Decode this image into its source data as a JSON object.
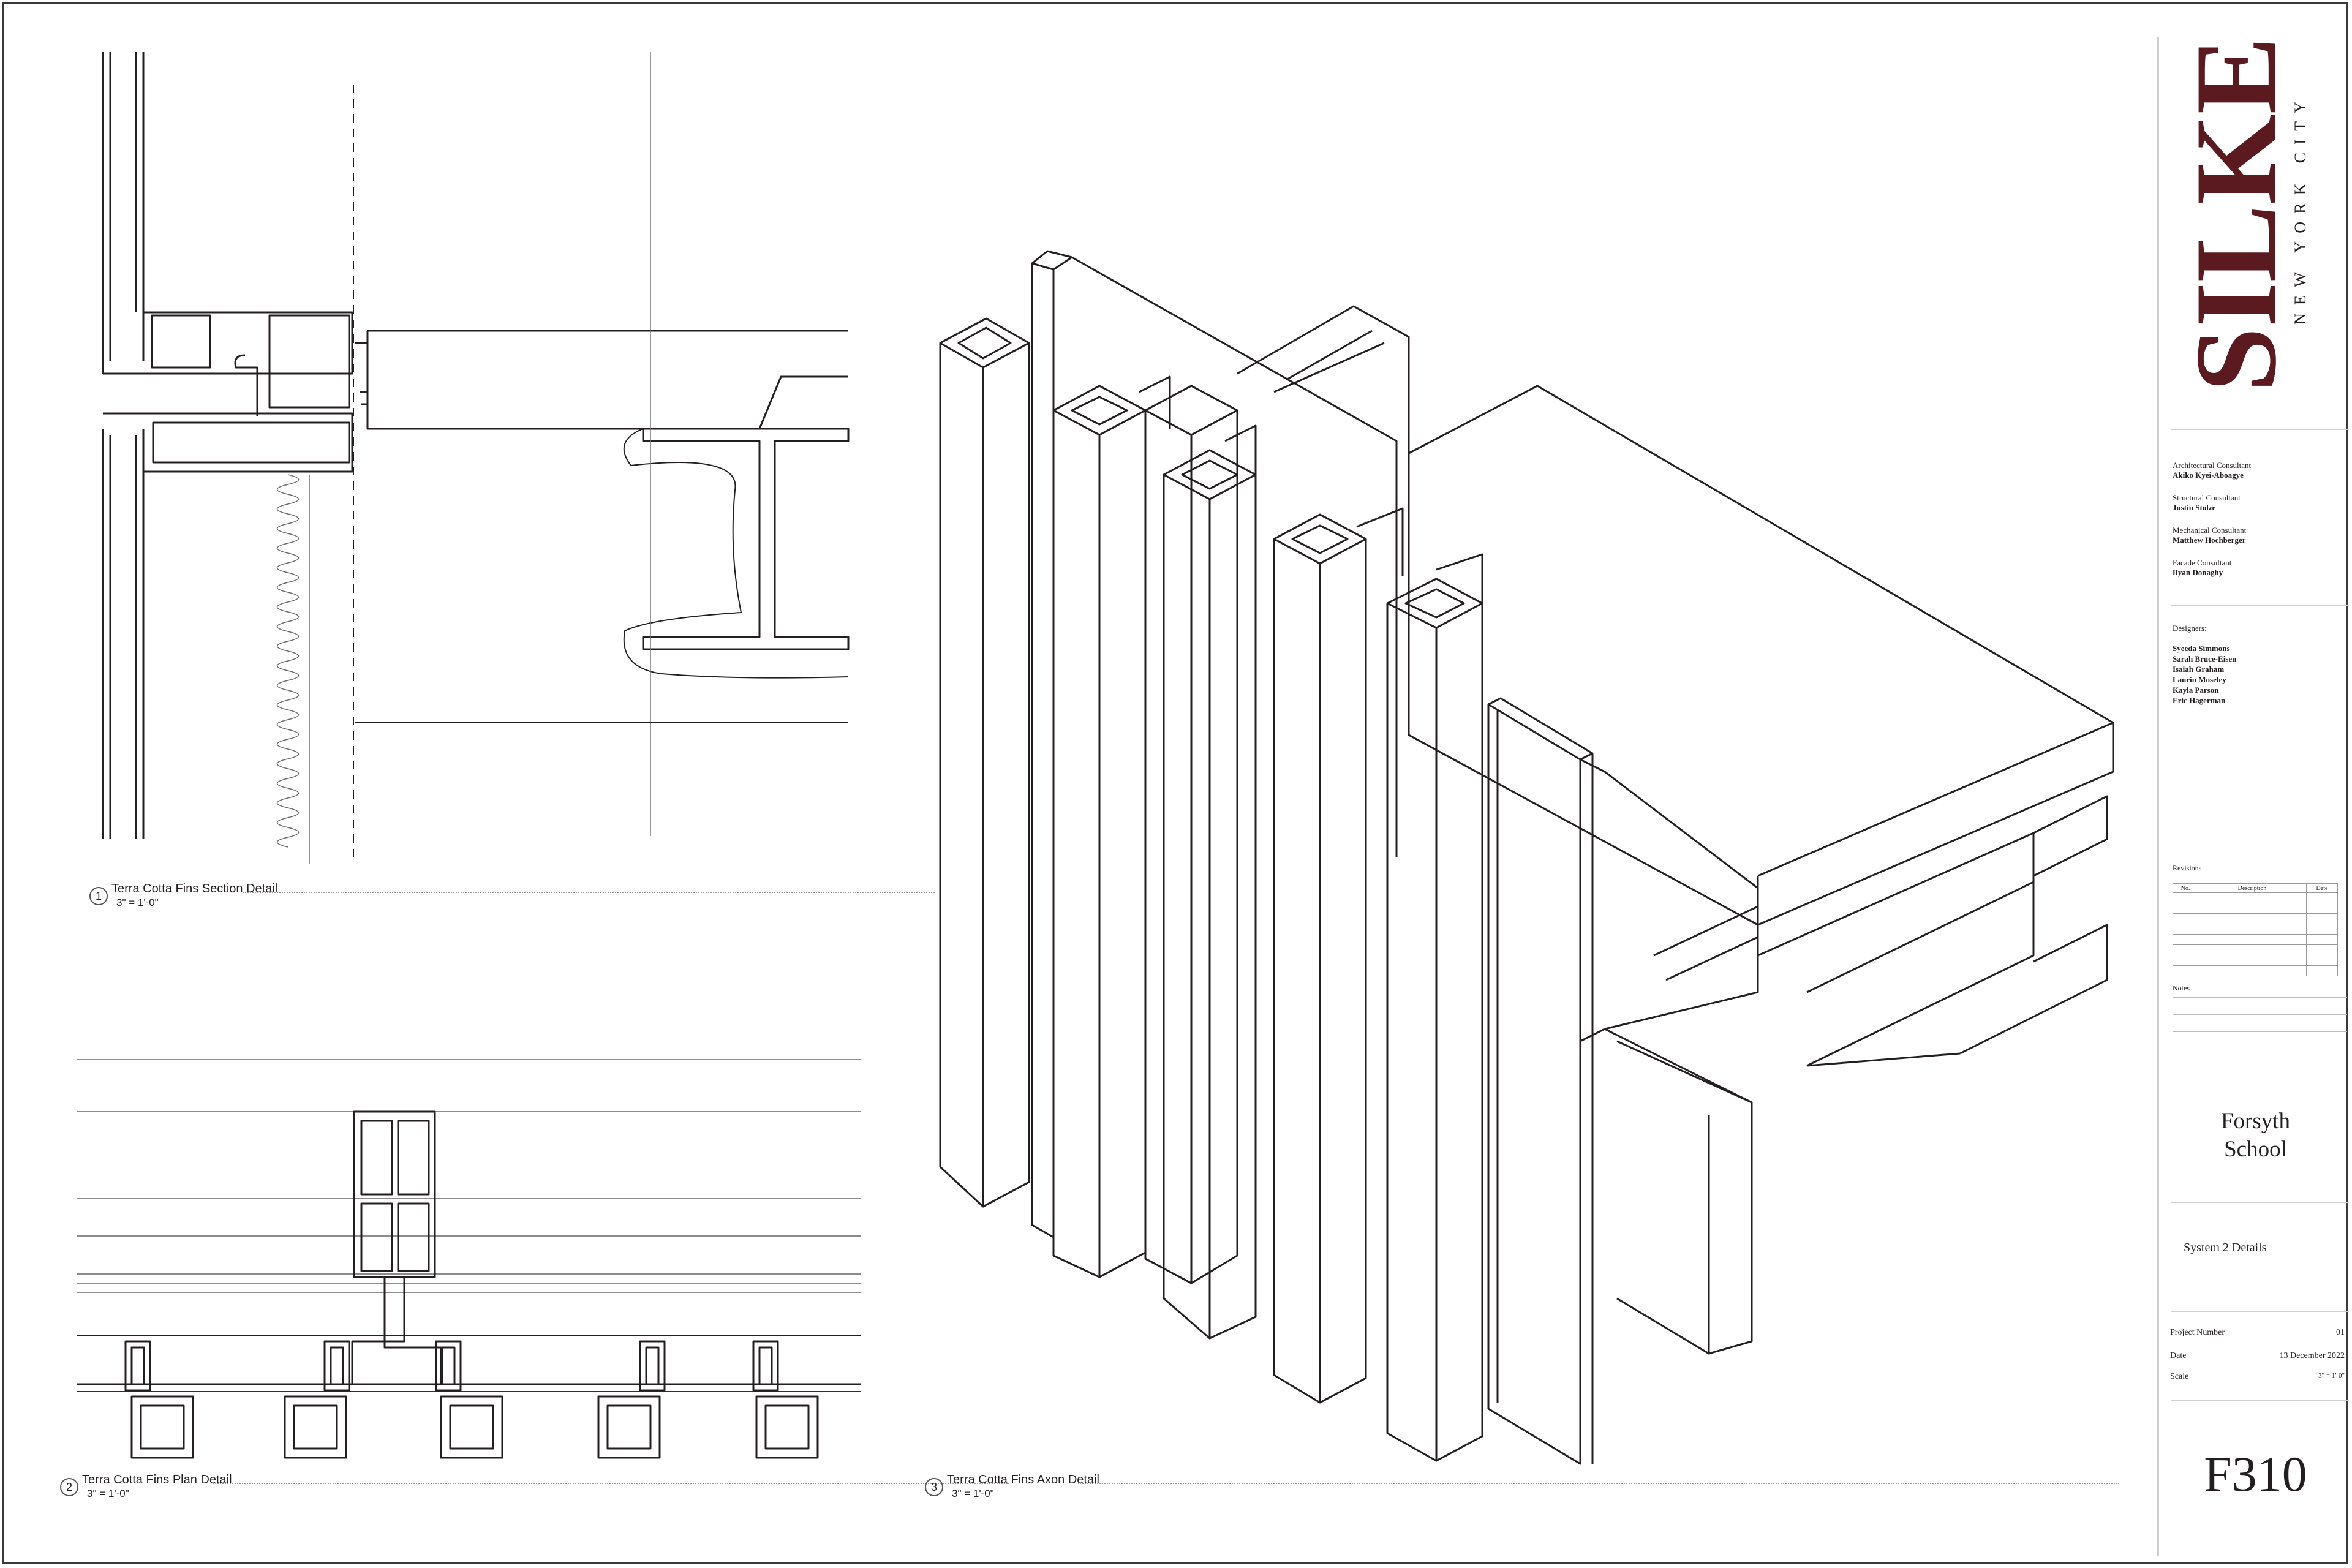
{
  "details": [
    {
      "number": "1",
      "title": "Terra Cotta Fins Section Detail",
      "scale": "3\" = 1'-0\""
    },
    {
      "number": "2",
      "title": "Terra Cotta Fins Plan Detail",
      "scale": "3\" = 1'-0\""
    },
    {
      "number": "3",
      "title": "Terra Cotta Fins Axon Detail",
      "scale": "3\" = 1'-0\""
    }
  ],
  "title_block": {
    "logo": {
      "wordmark": "SILKE",
      "city": "NEW YORK CITY"
    },
    "consultants": [
      {
        "role": "Architectural Consultant",
        "name": "Akiko Kyei-Aboagye"
      },
      {
        "role": "Structural Consultant",
        "name": "Justin Stolze"
      },
      {
        "role": "Mechanical Consultant",
        "name": "Matthew Hochberger"
      },
      {
        "role": "Facade Consultant",
        "name": "Ryan Donaghy"
      }
    ],
    "designers_label": "Designers:",
    "designers": [
      "Syeeda Simmons",
      "Sarah Bruce-Eisen",
      "Isaiah Graham",
      "Laurin Moseley",
      "Kayla Parson",
      "Eric Hagerman"
    ],
    "revisions_label": "Revisions",
    "revisions_columns": [
      "No.",
      "Description",
      "Date"
    ],
    "notes_label": "Notes",
    "project_name_line1": "Forsyth",
    "project_name_line2": "School",
    "sheet_name": "System 2 Details",
    "project_number_label": "Project Number",
    "project_number": "01",
    "date_label": "Date",
    "date": "13 December 2022",
    "scale_label": "Scale",
    "scale": "3\" = 1'-0\"",
    "sheet_number": "F310"
  },
  "colors": {
    "line": "#231f20",
    "accent": "#5a1a20",
    "frame": "#3a3a3a"
  }
}
